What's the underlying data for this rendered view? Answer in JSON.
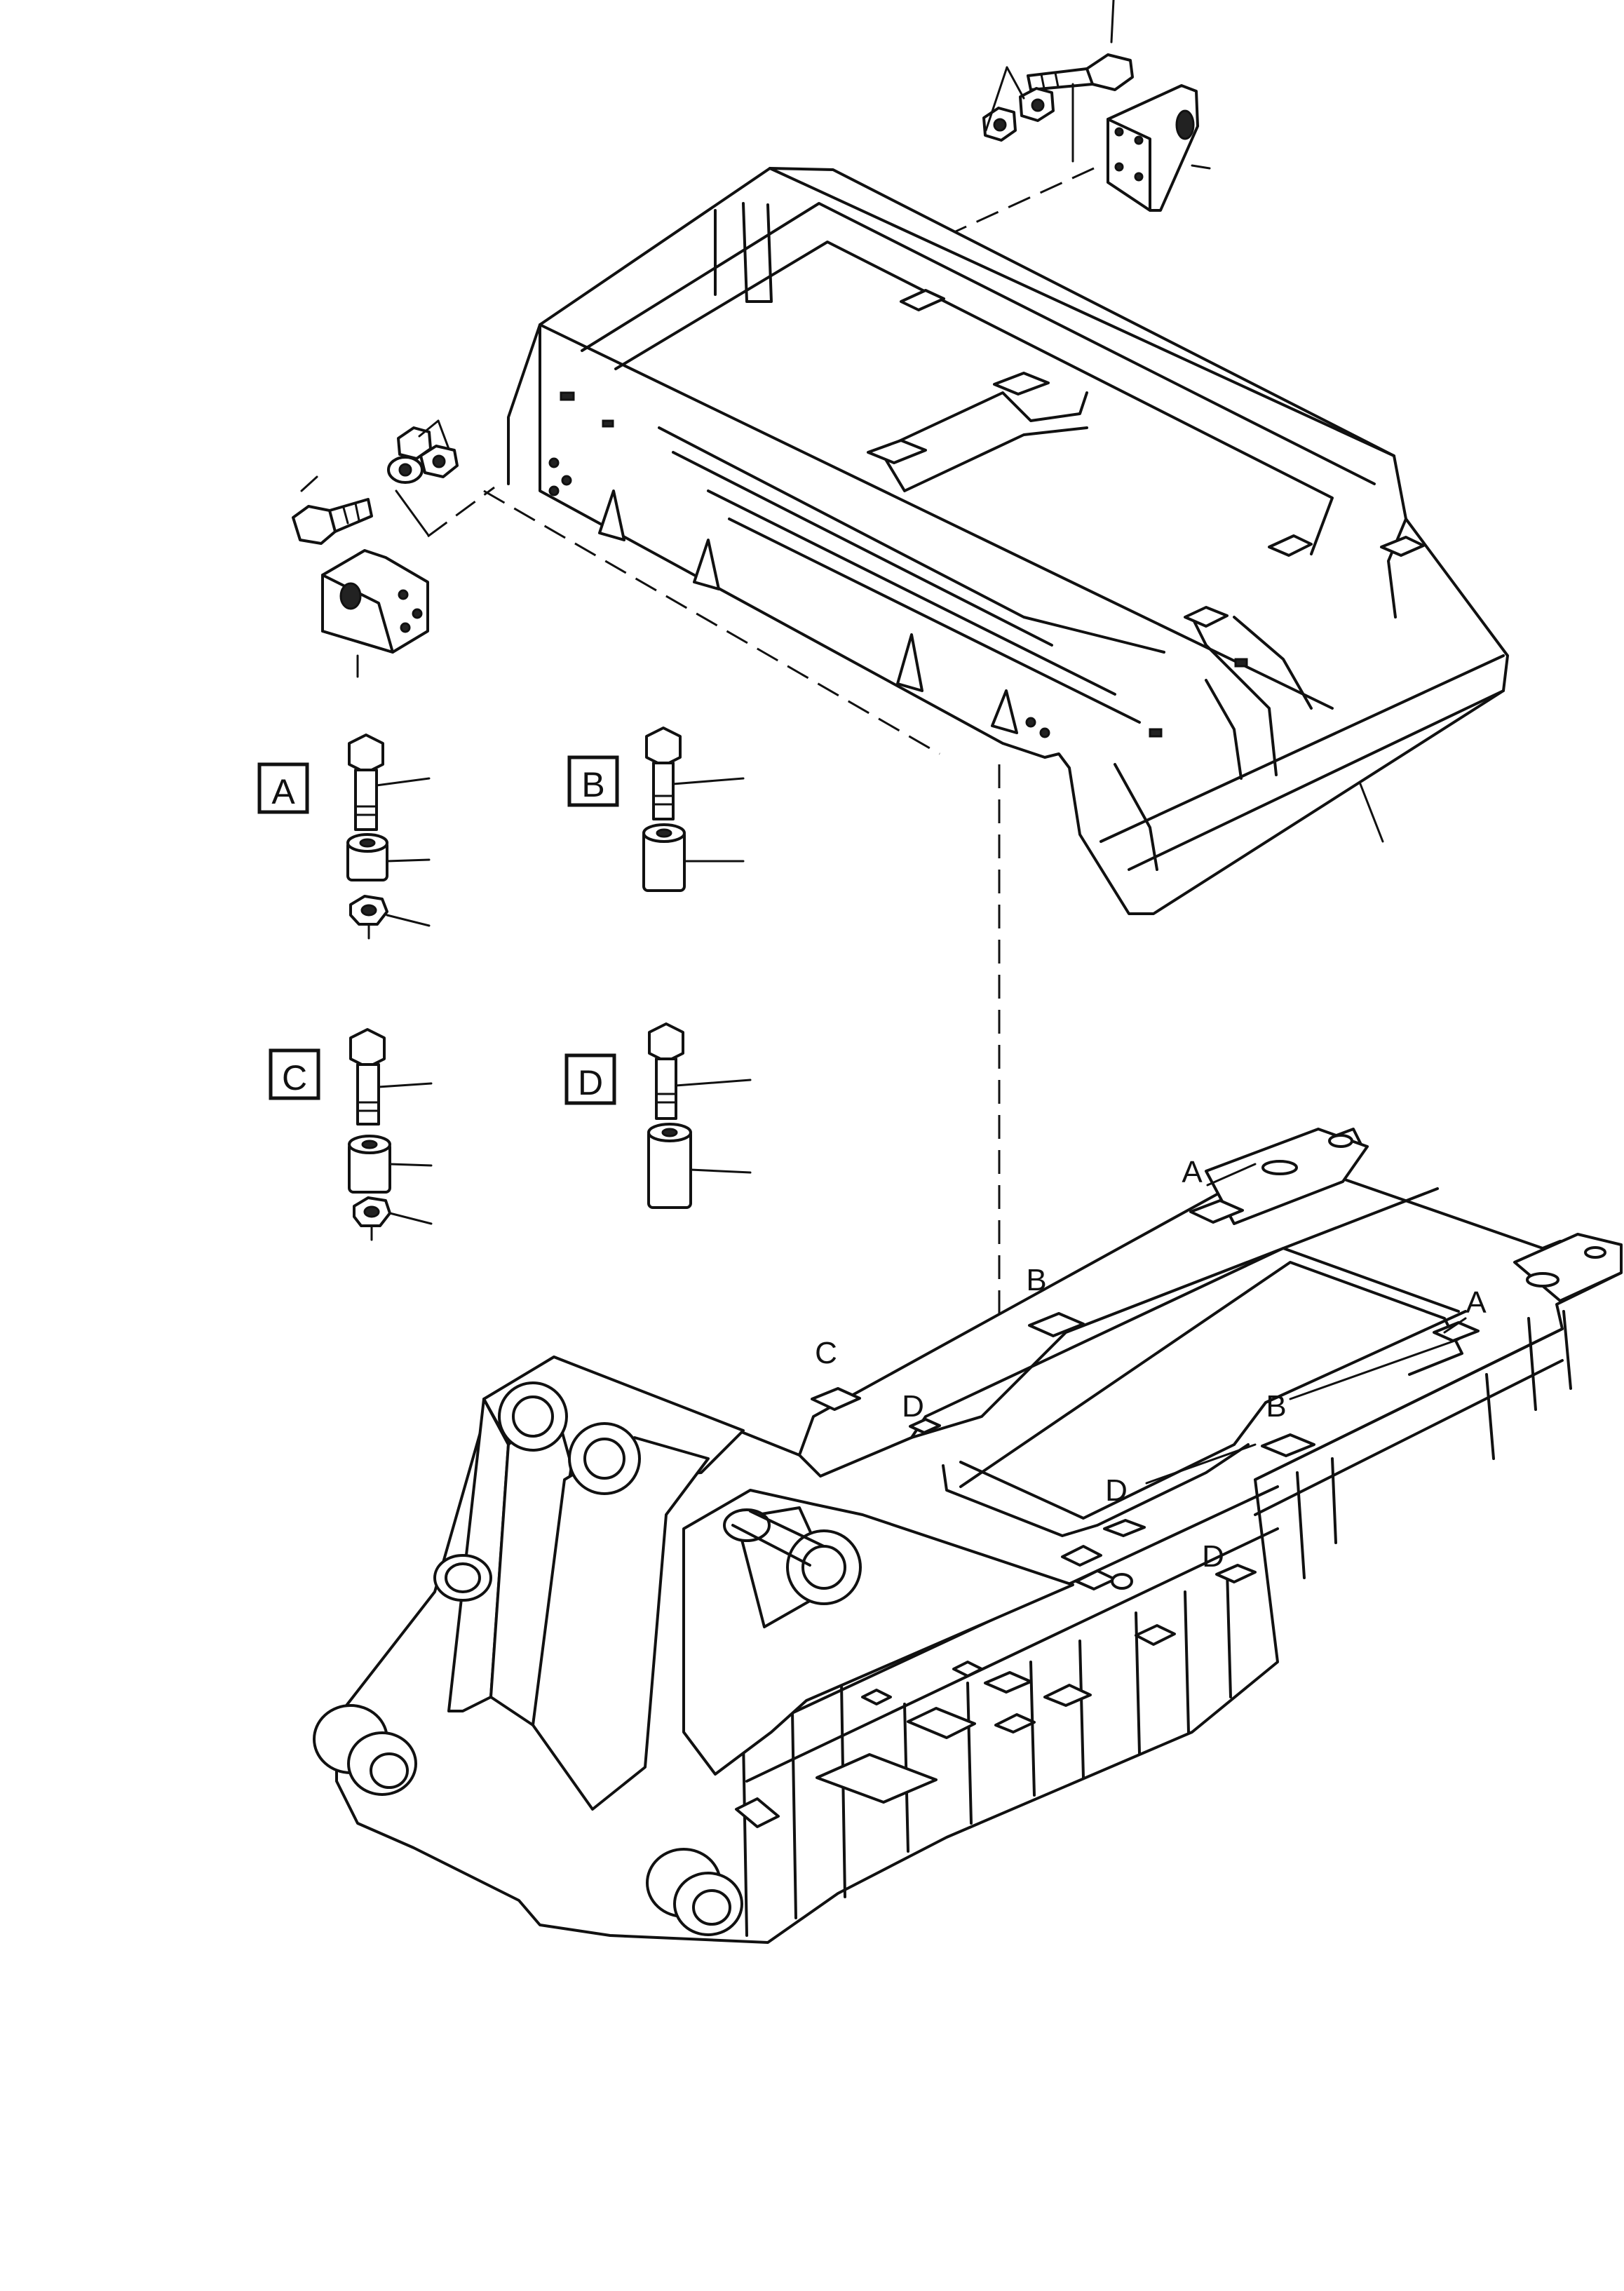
{
  "figure": {
    "type": "exploded parts diagram",
    "subject": "upper frame mounted on lower chassis frame",
    "line_color": "#111111",
    "background": "#ffffff"
  },
  "detail_boxes": [
    {
      "letter": "A",
      "parts": [
        "bolt",
        "spacer",
        "nut"
      ]
    },
    {
      "letter": "B",
      "parts": [
        "bolt",
        "tall spacer"
      ]
    },
    {
      "letter": "C",
      "parts": [
        "bolt",
        "spacer",
        "nut"
      ]
    },
    {
      "letter": "D",
      "parts": [
        "bolt",
        "tall spacer"
      ]
    }
  ],
  "pad_labels": [
    "A",
    "A",
    "B",
    "B",
    "C",
    "D",
    "D",
    "D"
  ]
}
